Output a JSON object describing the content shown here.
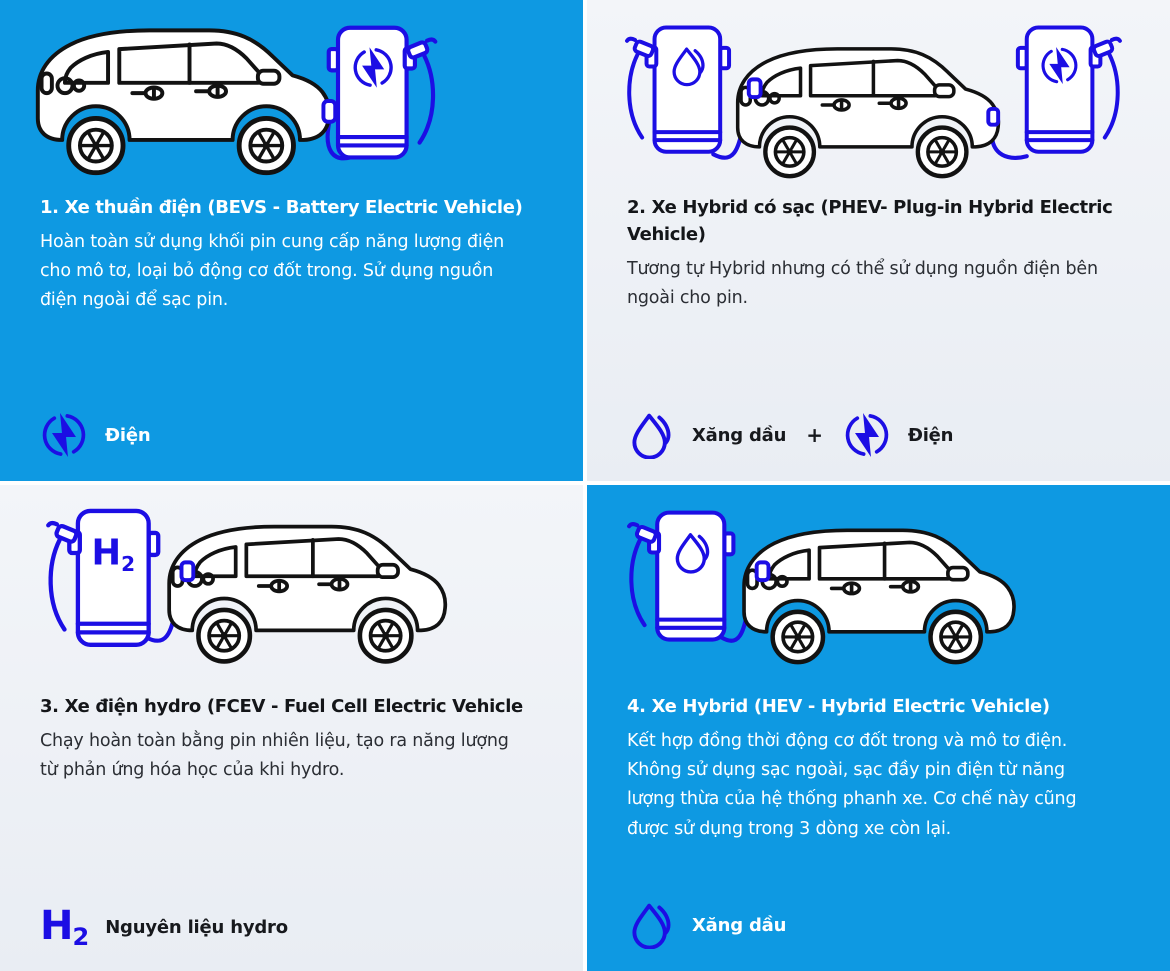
{
  "colors": {
    "panel_blue": "#0E99E2",
    "panel_light": "#EDF0F6",
    "icon_blue": "#1C0EE4",
    "car_outline": "#121212",
    "dark_text": "#17191D",
    "light_text": "#FFFFFF"
  },
  "icons": {
    "hydrogen": {
      "symbol": "H",
      "subscript": "2"
    }
  },
  "quadrants": [
    {
      "id": 1,
      "theme": "blue",
      "illustration": [
        "car",
        "electric-charging-station",
        "charging-cable"
      ],
      "title": "1. Xe thuần điện (BEVS - Battery Electric Vehicle)",
      "body": "Hoàn toàn sử dụng khối pin cung cấp năng lượng điện cho mô tơ, loại bỏ động cơ đốt trong. Sử dụng nguồn điện ngoài để sạc pin.",
      "legend": [
        {
          "icon": "electric-icon",
          "label": "Điện"
        }
      ]
    },
    {
      "id": 2,
      "theme": "light",
      "illustration": [
        "fuel-pump",
        "car",
        "electric-charging-station",
        "charging-cable"
      ],
      "title": "2. Xe Hybrid có sạc (PHEV- Plug-in Hybrid Electric Vehicle)",
      "body": "Tương tự Hybrid nhưng có thể sử dụng nguồn điện bên ngoài cho pin.",
      "legend": [
        {
          "icon": "fuel-drop-icon",
          "label": "Xăng dầu"
        },
        {
          "icon": "electric-icon",
          "label": "Điện"
        }
      ],
      "legend_separator": "+"
    },
    {
      "id": 3,
      "theme": "light",
      "illustration": [
        "hydrogen-station",
        "car",
        "fuel-cable"
      ],
      "title": "3. Xe điện hydro (FCEV - Fuel Cell Electric Vehicle",
      "body": "Chạy hoàn toàn bằng pin nhiên liệu, tạo ra năng lượng từ phản ứng hóa học của khi hydro.",
      "legend": [
        {
          "icon": "hydrogen-icon",
          "label": "Nguyên liệu hydro"
        }
      ]
    },
    {
      "id": 4,
      "theme": "blue",
      "illustration": [
        "fuel-pump",
        "car",
        "fuel-cable"
      ],
      "title": "4. Xe Hybrid (HEV - Hybrid Electric Vehicle)",
      "body": "Kết hợp đồng thời động cơ đốt trong và mô tơ điện. Không sử dụng sạc ngoài, sạc đầy pin điện từ năng lượng thừa của hệ thống phanh xe. Cơ chế này cũng được sử dụng trong 3 dòng xe còn lại.",
      "legend": [
        {
          "icon": "fuel-drop-icon",
          "label": "Xăng dầu"
        }
      ]
    }
  ]
}
